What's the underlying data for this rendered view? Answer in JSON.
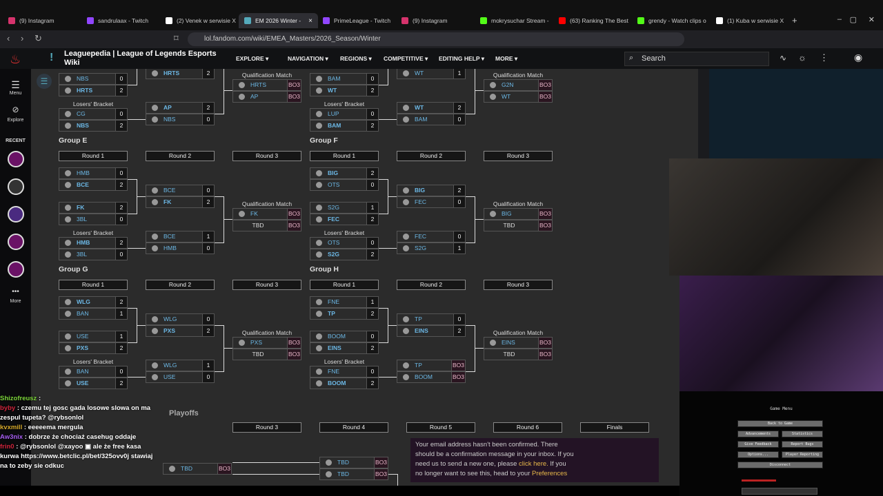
{
  "browser": {
    "tabs": [
      {
        "title": "(9) Instagram",
        "color": "#d6336c",
        "active": false
      },
      {
        "title": "sandrulaax - Twitch",
        "color": "#9146ff",
        "active": false
      },
      {
        "title": "(2) Venek w serwisie X",
        "color": "#fff",
        "active": false
      },
      {
        "title": "EM 2026 Winter -",
        "color": "#5ab",
        "active": true
      },
      {
        "title": "PrimeLeague - Twitch",
        "color": "#9146ff",
        "active": false
      },
      {
        "title": "(9) Instagram",
        "color": "#d6336c",
        "active": false
      },
      {
        "title": "mokrysuchar Stream -",
        "color": "#53fc18",
        "active": false
      },
      {
        "title": "(63) Ranking The Best",
        "color": "#f00",
        "active": false
      },
      {
        "title": "grendy - Watch clips o",
        "color": "#53fc18",
        "active": false
      },
      {
        "title": "(1) Kuba w serwisie X",
        "color": "#fff",
        "active": false
      }
    ],
    "url": "lol.fandom.com/wiki/EMEA_Masters/2026_Season/Winter"
  },
  "wiki": {
    "title": "Leaguepedia | League of Legends Esports Wiki",
    "menu": [
      "EXPLORE ▾",
      "NAVIGATION ▾",
      "REGIONS ▾",
      "COMPETITIVE ▾",
      "EDITING HELP ▾",
      "MORE ▾"
    ],
    "search_placeholder": "Search"
  },
  "leftnav": {
    "menu": "Menu",
    "explore": "Explore",
    "recent": "RECENT",
    "more": "More"
  },
  "labels": {
    "losers": "Losers' Bracket",
    "qual": "Qualification Match",
    "rounds": [
      "Round 1",
      "Round 2",
      "Round 3"
    ]
  },
  "groups": [
    {
      "name": null,
      "r1a": null,
      "r1b": [
        {
          "team": "NBS",
          "score": "0"
        },
        {
          "team": "HRTS",
          "score": "2",
          "win": true
        }
      ],
      "los": [
        {
          "team": "CG",
          "score": "0"
        },
        {
          "team": "NBS",
          "score": "2",
          "win": true
        }
      ],
      "r2a": [
        null,
        {
          "team": "HRTS",
          "score": "2",
          "win": true
        }
      ],
      "r2b": [
        {
          "team": "AP",
          "score": "2",
          "win": true
        },
        {
          "team": "NBS",
          "score": "0"
        }
      ],
      "qual": [
        {
          "team": "HRTS",
          "score": "BO3"
        },
        {
          "team": "AP",
          "score": "BO3"
        }
      ]
    },
    {
      "name": null,
      "r1a": null,
      "r1b": [
        {
          "team": "BAM",
          "score": "0"
        },
        {
          "team": "WT",
          "score": "2",
          "win": true
        }
      ],
      "los": [
        {
          "team": "LUP",
          "score": "0"
        },
        {
          "team": "BAM",
          "score": "2",
          "win": true
        }
      ],
      "r2a": [
        null,
        {
          "team": "WT",
          "score": "1"
        }
      ],
      "r2b": [
        {
          "team": "WT",
          "score": "2",
          "win": true
        },
        {
          "team": "BAM",
          "score": "0"
        }
      ],
      "qual": [
        {
          "team": "G2N",
          "score": "BO3"
        },
        {
          "team": "WT",
          "score": "BO3"
        }
      ]
    },
    {
      "name": "Group E",
      "r1a": [
        {
          "team": "HMB",
          "score": "0"
        },
        {
          "team": "BCE",
          "score": "2",
          "win": true
        }
      ],
      "r1b": [
        {
          "team": "FK",
          "score": "2",
          "win": true
        },
        {
          "team": "3BL",
          "score": "0"
        }
      ],
      "los": [
        {
          "team": "HMB",
          "score": "2",
          "win": true
        },
        {
          "team": "3BL",
          "score": "0"
        }
      ],
      "r2a": [
        {
          "team": "BCE",
          "score": "0"
        },
        {
          "team": "FK",
          "score": "2",
          "win": true
        }
      ],
      "r2b": [
        {
          "team": "BCE",
          "score": "1"
        },
        {
          "team": "HMB",
          "score": "0"
        }
      ],
      "qual": [
        {
          "team": "FK",
          "score": "BO3"
        },
        {
          "team": "TBD",
          "score": "BO3",
          "tbd": true
        }
      ]
    },
    {
      "name": "Group F",
      "r1a": [
        {
          "team": "BIG",
          "score": "2",
          "win": true
        },
        {
          "team": "OTS",
          "score": "0"
        }
      ],
      "r1b": [
        {
          "team": "S2G",
          "score": "1"
        },
        {
          "team": "FEC",
          "score": "2",
          "win": true
        }
      ],
      "los": [
        {
          "team": "OTS",
          "score": "0"
        },
        {
          "team": "S2G",
          "score": "2",
          "win": true
        }
      ],
      "r2a": [
        {
          "team": "BIG",
          "score": "2",
          "win": true
        },
        {
          "team": "FEC",
          "score": "0"
        }
      ],
      "r2b": [
        {
          "team": "FEC",
          "score": "0"
        },
        {
          "team": "S2G",
          "score": "1"
        }
      ],
      "qual": [
        {
          "team": "BIG",
          "score": "BO3"
        },
        {
          "team": "TBD",
          "score": "BO3",
          "tbd": true
        }
      ]
    },
    {
      "name": "Group G",
      "r1a": [
        {
          "team": "WLG",
          "score": "2",
          "win": true
        },
        {
          "team": "BAN",
          "score": "1"
        }
      ],
      "r1b": [
        {
          "team": "USE",
          "score": "1"
        },
        {
          "team": "PXS",
          "score": "2",
          "win": true
        }
      ],
      "los": [
        {
          "team": "BAN",
          "score": "0"
        },
        {
          "team": "USE",
          "score": "2",
          "win": true
        }
      ],
      "r2a": [
        {
          "team": "WLG",
          "score": "0"
        },
        {
          "team": "PXS",
          "score": "2",
          "win": true
        }
      ],
      "r2b": [
        {
          "team": "WLG",
          "score": "1"
        },
        {
          "team": "USE",
          "score": "0"
        }
      ],
      "qual": [
        {
          "team": "PXS",
          "score": "BO3"
        },
        {
          "team": "TBD",
          "score": "BO3",
          "tbd": true
        }
      ]
    },
    {
      "name": "Group H",
      "r1a": [
        {
          "team": "FNE",
          "score": "1"
        },
        {
          "team": "TP",
          "score": "2",
          "win": true
        }
      ],
      "r1b": [
        {
          "team": "BOOM",
          "score": "0"
        },
        {
          "team": "EINS",
          "score": "2",
          "win": true
        }
      ],
      "los": [
        {
          "team": "FNE",
          "score": "0"
        },
        {
          "team": "BOOM",
          "score": "2",
          "win": true
        }
      ],
      "r2a": [
        {
          "team": "TP",
          "score": "0"
        },
        {
          "team": "EINS",
          "score": "2",
          "win": true
        }
      ],
      "r2b": [
        {
          "team": "TP",
          "score": "BO3"
        },
        {
          "team": "BOOM",
          "score": "BO3"
        }
      ],
      "qual": [
        {
          "team": "EINS",
          "score": "BO3"
        },
        {
          "team": "TBD",
          "score": "BO3",
          "tbd": true
        }
      ]
    }
  ],
  "playoffs": {
    "title": "Playoffs",
    "rounds": [
      "Round 3",
      "Round 4",
      "Round 5",
      "Round 6",
      "Finals"
    ],
    "r4": [
      {
        "team": "TBD",
        "score": "BO3"
      },
      {
        "team": "TBD",
        "score": "BO3"
      }
    ],
    "r2": {
      "team": "TBD",
      "score": "BO3"
    }
  },
  "notice": {
    "line1": "Your email address hasn't been confirmed. There",
    "line2": "should be a confirmation message in your inbox. If you",
    "line3a": "need us to send a new one, please ",
    "link1": "click here.",
    "line3b": " If you",
    "line4a": "no longer want to see this, head to your ",
    "link2": "Preferences"
  },
  "chat": [
    {
      "user": "Shizofreusz",
      "color": "#7bd33a",
      "msg": ""
    },
    {
      "user": "byby",
      "color": "#d0243c",
      "msg": "czemu tej gosc gada losowe slowa on ma zespul tupeta? @rybsonlol"
    },
    {
      "user": "kvxmill",
      "color": "#d6a92a",
      "msg": "eeeeema mergula"
    },
    {
      "user": "Aw3nix",
      "color": "#a55df0",
      "msg": "dobrze że chociaż casehug oddaje"
    },
    {
      "user": "frin0",
      "color": "#d0243c",
      "msg": "@rybsonlol @xayoo ▣ ale że free kasa kurwa https://www.betclic.pl/bet/325ovv0j stawiaj na to zeby sie odkuc"
    }
  ],
  "game_menu": {
    "title": "Game Menu",
    "buttons": [
      "Back to Game",
      "Advancements",
      "Statistics",
      "Give Feedback",
      "Report Bugs",
      "Options...",
      "Player Reporting",
      "Disconnect"
    ]
  }
}
